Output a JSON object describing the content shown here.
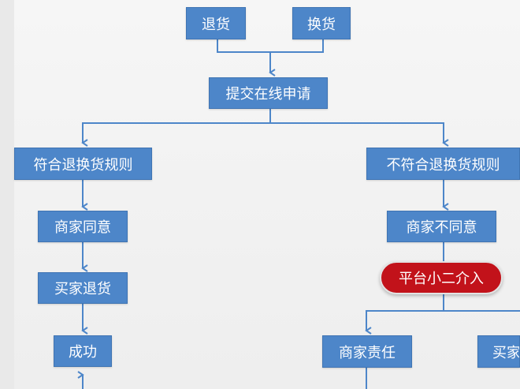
{
  "nodes": {
    "return_goods": "退货",
    "exchange_goods": "换货",
    "submit_online": "提交在线申请",
    "meets_rules": "符合退换货规则",
    "not_meets_rules": "不符合退换货规则",
    "merchant_agrees": "商家同意",
    "buyer_returns": "买家退货",
    "success": "成功",
    "merchant_disagrees": "商家不同意",
    "platform_intervenes": "平台小二介入",
    "merchant_responsibility": "商家责任",
    "buyer_responsibility": "买家"
  },
  "colors": {
    "box_fill": "#4d86c9",
    "box_border": "#3f74b3",
    "connector": "#4d86c9",
    "intervention_fill": "#c2121a",
    "text": "#ffffff"
  }
}
